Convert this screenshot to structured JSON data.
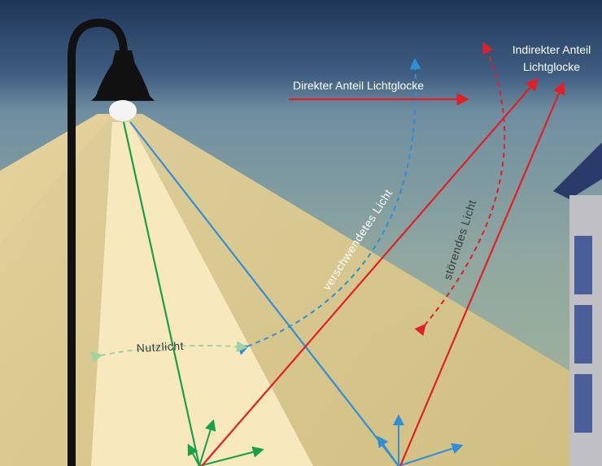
{
  "labels": {
    "direct": "Direkter Anteil Lichtglocke",
    "indirect_line1": "Indirekter Anteil",
    "indirect_line2": "Lichtglocke",
    "wasted": "verschwendetes Licht",
    "disturbing": "störendes Licht",
    "useful": "Nutzlicht"
  },
  "colors": {
    "sky_top": "#223a5c",
    "sky_mid": "#6f8ea0",
    "haze": "#a8b296",
    "light_cone": "#e3cb86",
    "bright_cone": "#f8e8be",
    "lamp": "#111111",
    "bulb": "#f4f4f4",
    "building": "#bfbfc4",
    "roof": "#2a3a6a",
    "window": "#4a5f9a",
    "green": "#16a04a",
    "blue": "#2e8fd8",
    "red": "#e01f26",
    "text_light": "#ffffff",
    "text_dark": "#3a3a3a"
  },
  "icons": [
    "street-lamp",
    "building"
  ]
}
